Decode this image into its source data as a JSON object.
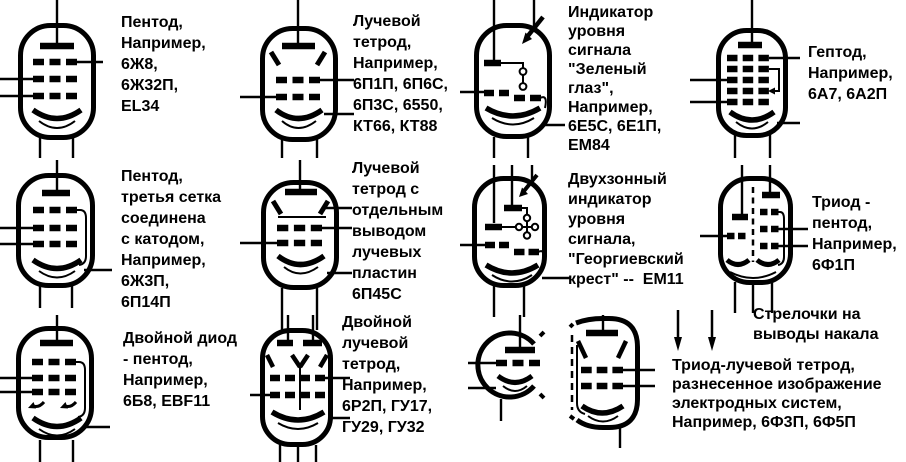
{
  "colors": {
    "ink": "#000000",
    "paper": "#ffffff"
  },
  "cells": [
    {
      "name": "pentode",
      "label": "Пентод,\nНапример,\n6Ж8,\n6Ж32П,\nEL34"
    },
    {
      "name": "beam-tetrode",
      "label": "Лучевой\nтетрод,\nНапример,\n6П1П, 6П6С,\n6П3С, 6550,\nКТ66, КТ88"
    },
    {
      "name": "magic-eye-indicator",
      "label": "Индикатор\nуровня\nсигнала\n\"Зеленый\nглаз\",\nНапример,\n6Е5С, 6Е1П,\nEM84"
    },
    {
      "name": "heptode",
      "label": "Гептод,\nНапример,\n6А7, 6А2П"
    },
    {
      "name": "pentode-g3-to-cathode",
      "label": "Пентод,\nтретья сетка\nсоединена\nс катодом,\nНапример,\n6Ж3П,\n6П14П"
    },
    {
      "name": "beam-tetrode-separate-plates",
      "label": "Лучевой\nтетрод с\nотдельным\nвыводом\nлучевых\nпластин\n6П45С"
    },
    {
      "name": "two-zone-indicator",
      "label": "Двухзонный\nиндикатор\nуровня\nсигнала,\n\"Георгиевский\nкрест\" --  EM11"
    },
    {
      "name": "triode-pentode",
      "label": "Триод -\nпентод,\nНапример,\n6Ф1П"
    },
    {
      "name": "double-diode-pentode",
      "label": "Двойной диод\n- пентод,\nНапример,\n6Б8, EBF11"
    },
    {
      "name": "double-beam-tetrode",
      "label": "Двойной\nлучевой\nтетрод,\nНапример,\n6Р2П, ГУ17,\nГУ29, ГУ32"
    }
  ],
  "notes": {
    "heater_arrows": "Стрелочки на\nвыводы накала",
    "split_view": "Триод-лучевой тетрод,\nразнесенное изображение\nэлектродных систем,\nНапример, 6Ф3П, 6Ф5П"
  }
}
